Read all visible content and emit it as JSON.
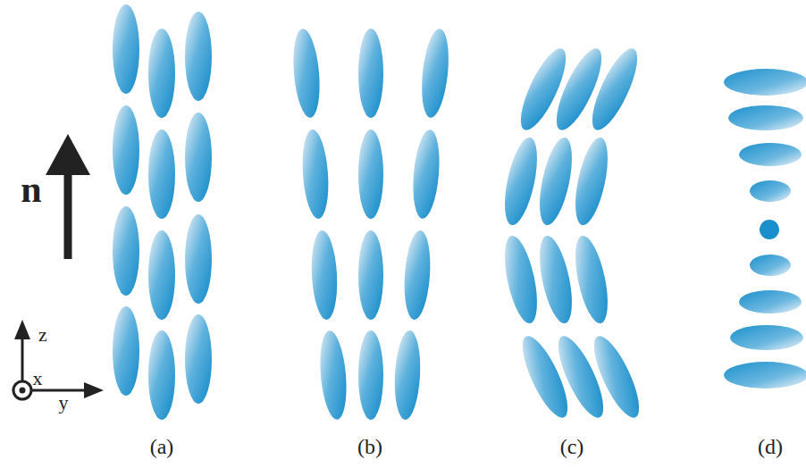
{
  "diagram": {
    "labels": [
      "n",
      "z",
      "x",
      "y",
      "(a)",
      "(b)",
      "(c)",
      "(d)"
    ]
  }
}
